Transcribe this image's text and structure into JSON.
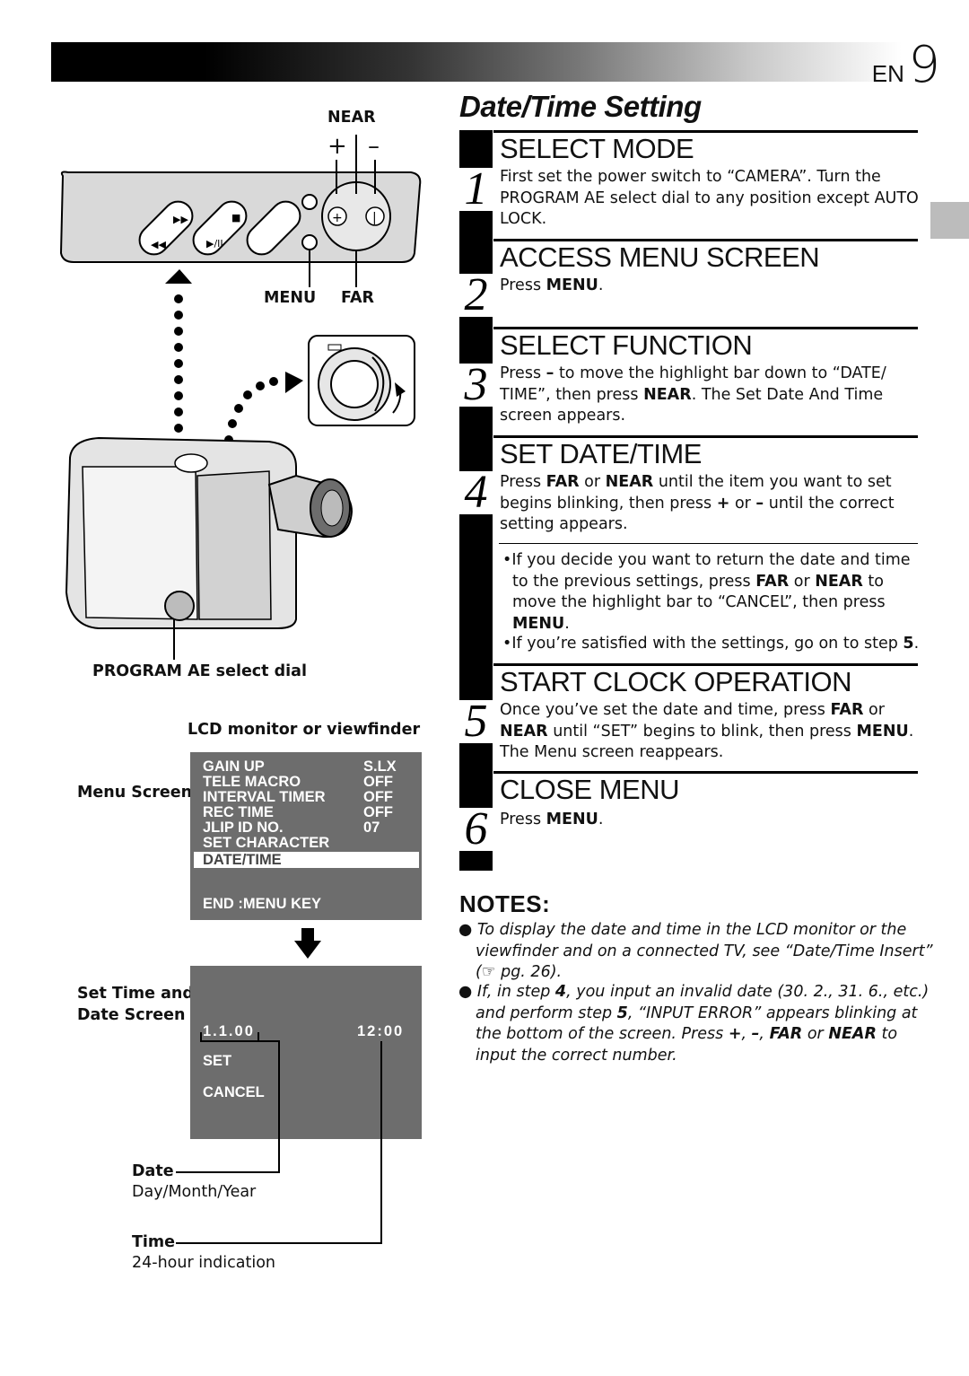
{
  "header": {
    "lang": "EN",
    "page": "9"
  },
  "title": "Date/Time Setting",
  "steps": [
    {
      "num": "1",
      "heading": "SELECT MODE",
      "body_html": "First set the power switch to “CAMERA”. Turn the PROGRAM AE select dial to any position except AUTO LOCK."
    },
    {
      "num": "2",
      "heading": "ACCESS MENU SCREEN",
      "body_pre": "Press ",
      "body_bold": "MENU",
      "body_post": "."
    },
    {
      "num": "3",
      "heading": "SELECT FUNCTION"
    },
    {
      "num": "4",
      "heading": "SET DATE/TIME"
    },
    {
      "num": "5",
      "heading": "START CLOCK OPERATION"
    },
    {
      "num": "6",
      "heading": "CLOSE MENU",
      "body_pre": "Press ",
      "body_bold": "MENU",
      "body_post": "."
    }
  ],
  "step3": {
    "a": "Press ",
    "b": "–",
    "c": " to move the highlight bar down to “DATE/ TIME”, then press ",
    "d": "NEAR",
    "e": ". The Set Date And Time screen appears."
  },
  "step4": {
    "a": "Press ",
    "b": "FAR",
    "c": " or ",
    "d": "NEAR",
    "e": " until the item you want to set begins blinking, then press ",
    "f": "+",
    "g": " or ",
    "h": "–",
    "i": " until the correct setting appears."
  },
  "bullets": {
    "b1": {
      "a": "If you decide you want to return the date and time to the previous settings, press ",
      "b": "FAR",
      "c": " or ",
      "d": "NEAR",
      "e": " to move the highlight bar to “CANCEL”, then press ",
      "f": "MENU",
      "g": "."
    },
    "b2": {
      "a": "If you’re satisfied with the settings, go on to step ",
      "b": "5",
      "c": "."
    }
  },
  "step5": {
    "a": "Once you’ve set the  date and time, press ",
    "b": "FAR",
    "c": " or ",
    "d": "NEAR",
    "e": " until “SET” begins to blink, then press ",
    "f": "MENU",
    "g": ". The Menu screen reappears."
  },
  "notes": {
    "heading": "NOTES:",
    "n1": {
      "a": "To display the date and time in the LCD monitor or the viewfinder and on a connected TV, see “Date/Time Insert” (",
      "icon": "☞",
      "b": " pg. 26)."
    },
    "n2": {
      "a": "If, in step ",
      "b": "4",
      "c": ", you input an invalid date (30. 2., 31. 6., etc.) and perform step ",
      "d": "5",
      "e": ", “INPUT ERROR” appears blinking at the bottom of the screen. Press ",
      "f": "+",
      "g": ", ",
      "h": "–",
      "i": ", ",
      "j": "FAR",
      "k": " or ",
      "l": "NEAR",
      "m": " to input the correct number."
    }
  },
  "diagram": {
    "near": "NEAR",
    "plus": "+",
    "minus": "–",
    "menu": "MENU",
    "far": "FAR",
    "program_ae": "PROGRAM AE select dial",
    "lcd": "LCD monitor or viewfinder",
    "menu_screen_label": "Menu Screen",
    "set_time_label_1": "Set Time and",
    "set_time_label_2": "Date Screen",
    "date_label": "Date",
    "date_sub": "Day/Month/Year",
    "time_label": "Time",
    "time_sub": "24-hour indication"
  },
  "menu_screen": {
    "rows": [
      {
        "label": "GAIN UP",
        "value": "S.LX"
      },
      {
        "label": "TELE MACRO",
        "value": "OFF"
      },
      {
        "label": "INTERVAL TIMER",
        "value": "OFF"
      },
      {
        "label": "REC TIME",
        "value": "OFF"
      },
      {
        "label": "JLIP ID NO.",
        "value": "07"
      },
      {
        "label": "SET CHARACTER",
        "value": ""
      }
    ],
    "highlight": "DATE/TIME",
    "end": "END :MENU KEY"
  },
  "date_screen": {
    "date": "1.1.00",
    "time": "12:00",
    "set": "SET",
    "cancel": "CANCEL"
  }
}
